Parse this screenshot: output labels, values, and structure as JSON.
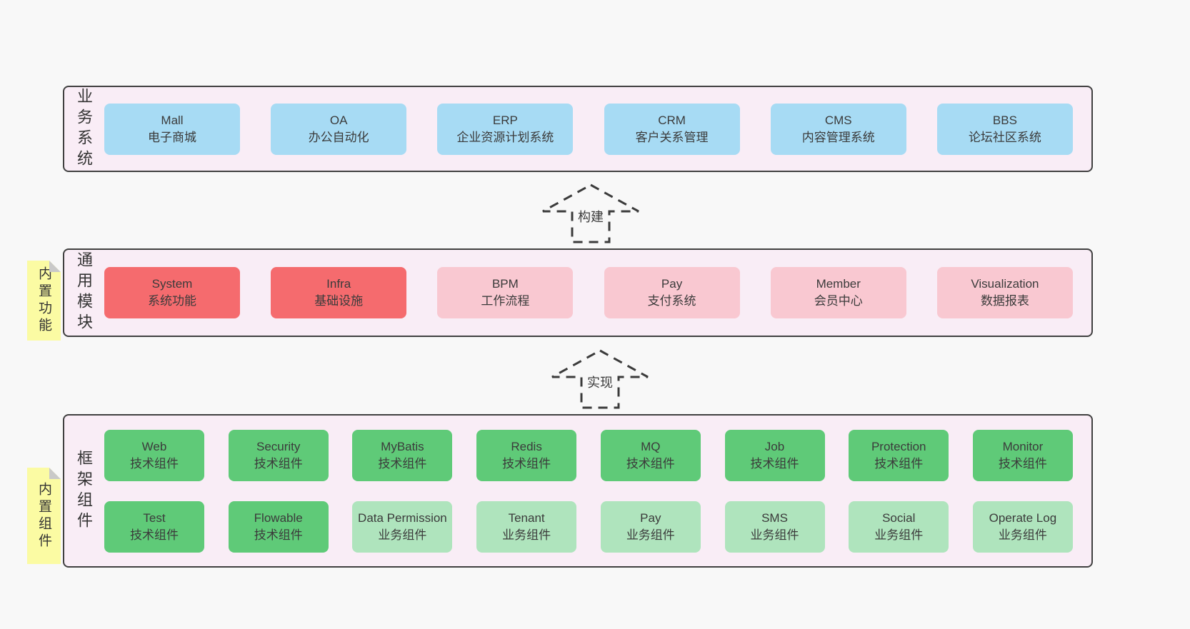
{
  "diagram": {
    "layers": [
      {
        "label": "业务系统",
        "sticky": null,
        "rows": [
          [
            {
              "title": "Mall",
              "subtitle": "电子商城",
              "type": "blue"
            },
            {
              "title": "OA",
              "subtitle": "办公自动化",
              "type": "blue"
            },
            {
              "title": "ERP",
              "subtitle": "企业资源计划系统",
              "type": "blue"
            },
            {
              "title": "CRM",
              "subtitle": "客户关系管理",
              "type": "blue"
            },
            {
              "title": "CMS",
              "subtitle": "内容管理系统",
              "type": "blue"
            },
            {
              "title": "BBS",
              "subtitle": "论坛社区系统",
              "type": "blue"
            }
          ]
        ]
      },
      {
        "label": "通用模块",
        "sticky": "内置功能",
        "rows": [
          [
            {
              "title": "System",
              "subtitle": "系统功能",
              "type": "red"
            },
            {
              "title": "Infra",
              "subtitle": "基础设施",
              "type": "red"
            },
            {
              "title": "BPM",
              "subtitle": "工作流程",
              "type": "pink"
            },
            {
              "title": "Pay",
              "subtitle": "支付系统",
              "type": "pink"
            },
            {
              "title": "Member",
              "subtitle": "会员中心",
              "type": "pink"
            },
            {
              "title": "Visualization",
              "subtitle": "数据报表",
              "type": "pink"
            }
          ]
        ]
      },
      {
        "label": "框架组件",
        "sticky": "内置组件",
        "rows": [
          [
            {
              "title": "Web",
              "subtitle": "技术组件",
              "type": "green"
            },
            {
              "title": "Security",
              "subtitle": "技术组件",
              "type": "green"
            },
            {
              "title": "MyBatis",
              "subtitle": "技术组件",
              "type": "green"
            },
            {
              "title": "Redis",
              "subtitle": "技术组件",
              "type": "green"
            },
            {
              "title": "MQ",
              "subtitle": "技术组件",
              "type": "green"
            },
            {
              "title": "Job",
              "subtitle": "技术组件",
              "type": "green"
            },
            {
              "title": "Protection",
              "subtitle": "技术组件",
              "type": "green"
            },
            {
              "title": "Monitor",
              "subtitle": "技术组件",
              "type": "green"
            }
          ],
          [
            {
              "title": "Test",
              "subtitle": "技术组件",
              "type": "green"
            },
            {
              "title": "Flowable",
              "subtitle": "技术组件",
              "type": "green"
            },
            {
              "title": "Data Permission",
              "subtitle": "业务组件",
              "type": "lightgreen"
            },
            {
              "title": "Tenant",
              "subtitle": "业务组件",
              "type": "lightgreen"
            },
            {
              "title": "Pay",
              "subtitle": "业务组件",
              "type": "lightgreen"
            },
            {
              "title": "SMS",
              "subtitle": "业务组件",
              "type": "lightgreen"
            },
            {
              "title": "Social",
              "subtitle": "业务组件",
              "type": "lightgreen"
            },
            {
              "title": "Operate Log",
              "subtitle": "业务组件",
              "type": "lightgreen"
            }
          ]
        ]
      }
    ],
    "arrows": [
      {
        "label": "构建"
      },
      {
        "label": "实现"
      }
    ],
    "colors": {
      "page_bg": "#f8f8f8",
      "container_bg": "#f9edf6",
      "container_border": "#404040",
      "blue": "#a7dbf4",
      "red": "#f56b6e",
      "pink": "#f9c8d1",
      "green": "#5fca78",
      "lightgreen": "#afe4bd",
      "sticky_yellow": "#fbfba3",
      "text": "#3b3b3b"
    }
  }
}
